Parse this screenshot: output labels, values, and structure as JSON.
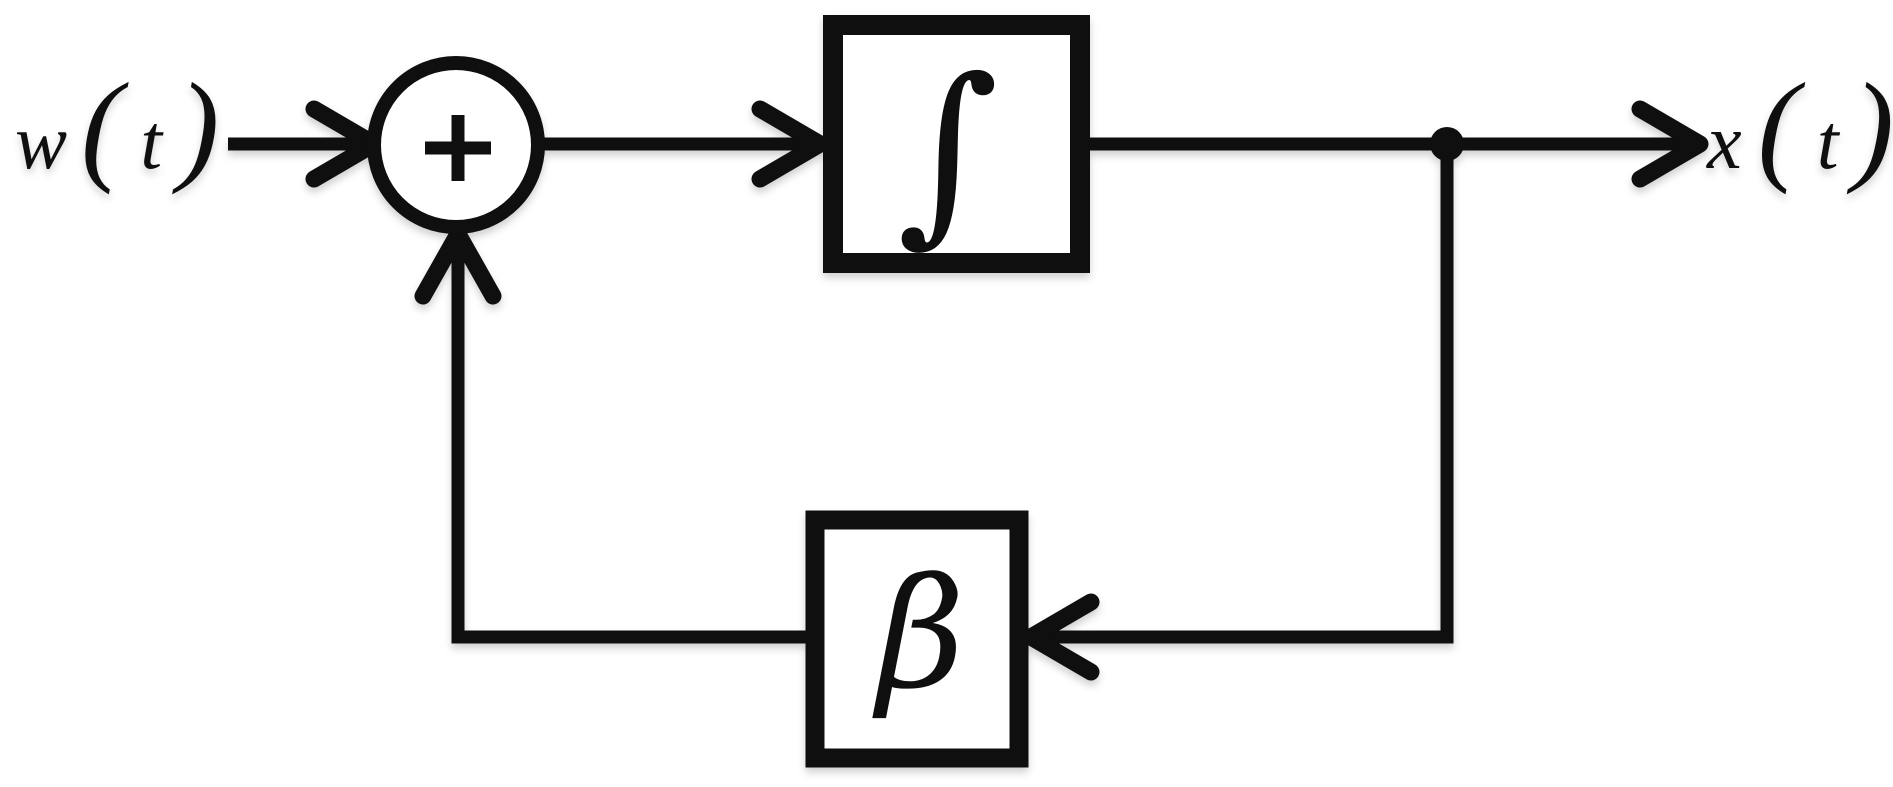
{
  "page": {
    "background": "#ffffff",
    "ink": "#0f0f0f"
  },
  "diagram": {
    "kind": "feedback-loop-block-diagram",
    "input_signal": {
      "fn": "w",
      "open": "(",
      "arg": "t",
      "close": ")"
    },
    "output_signal": {
      "fn": "x",
      "open": "(",
      "arg": "t",
      "close": ")"
    },
    "summing_junction": {
      "operator": "+"
    },
    "integrator_block": {
      "symbol": "∫"
    },
    "feedback_gain_block": {
      "symbol": "β"
    }
  }
}
